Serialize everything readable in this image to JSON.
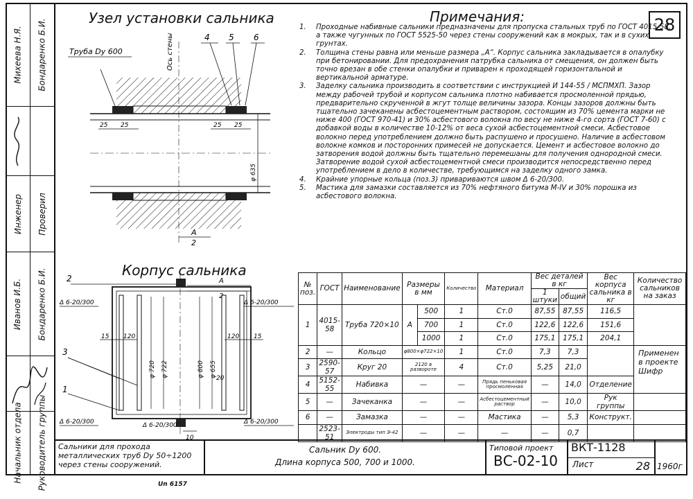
{
  "sheet_number": "28",
  "strip": {
    "names_top": [
      "Михеева Н.Я.",
      "Бондаренко Б.И."
    ],
    "names_mid": [
      "Инженер",
      "Проверил"
    ],
    "names_low": [
      "Иванов И.Б.",
      "Бондаренко Б.И."
    ],
    "names_bottom": [
      "Начальник отдела",
      "Руководитель группы"
    ]
  },
  "top_drawing": {
    "title": "Узел установки сальника",
    "pipe_label": "Труба Dy 600",
    "wall_axis_label": "Ось стены",
    "callouts": [
      "4",
      "5",
      "6"
    ],
    "dims": [
      "25",
      "25",
      "25",
      "25"
    ],
    "diameter": "φ 635",
    "section": [
      "А",
      "2"
    ]
  },
  "bottom_drawing": {
    "title": "Корпус сальника",
    "callouts": [
      "2",
      "3",
      "1"
    ],
    "weld": "Δ 6-20/300",
    "dims": [
      "15",
      "120",
      "120",
      "15",
      "10",
      "20"
    ],
    "diameters": [
      "φ 720",
      "φ 722",
      "φ 800",
      "φ 655"
    ],
    "section": [
      "А",
      "2"
    ]
  },
  "notes": {
    "heading": "Примечания:",
    "items": [
      {
        "n": "1.",
        "text": "Проходные набивные сальники предназначены для пропуска стальных труб по ГОСТ 4015-58, а также чугунных по ГОСТ 5525-50 через стены сооружений как в мокрых, так и в сухих грунтах."
      },
      {
        "n": "2.",
        "text": "Толщина стены равна или меньше размера „А“. Корпус сальника закладывается в опалубку при бетонировании. Для предохранения патрубка сальника от смещения, он должен быть точно врезан в обе стенки опалубки и приварен к проходящей горизонтальной и вертикальной арматуре."
      },
      {
        "n": "3.",
        "text": "Заделку сальника производить в соответствии с инструкцией И 144-55 / МСПМХП. Зазор между рабочей трубой и корпусом сальника плотно набивается просмоленной прядью, предварительно скрученной в жгут толще величины зазора. Концы зазоров должны быть тщательно зачеканены асбестоцементным раствором, состоящим из 70% цемента марки не ниже 400 (ГОСТ 970-41) и 30% асбестового волокна по весу не ниже 4-го сорта (ГОСТ 7-60) с добавкой воды в количестве 10-12% от веса сухой асбестоцементной смеси. Асбестовое волокно перед употреблением должно быть распушено и просушено. Наличие в асбестовом волокне комков и посторонних примесей не допускается. Цемент и асбестовое волокно до затворения водой должны быть тщательно перемешаны для получения однородной смеси. Затворение водой сухой асбестоцементной смеси производится непосредственно перед употреблением в дело в количестве, требующимся на заделку одного замка."
      },
      {
        "n": "4.",
        "text": "Крайние упорные кольца (поз.3) приваривают­ся швом Δ 6-20/300."
      },
      {
        "n": "5.",
        "text": "Мастика для замазки составляется из 70% нефтяного битума М-IV и 30% порошка из асбестового волокна."
      }
    ]
  },
  "spec_table": {
    "headers": [
      "№ поз.",
      "ГОСТ",
      "Наименование",
      "Размеры в мм",
      "Количество",
      "Материал",
      "Вес деталей в кг",
      "1 штуки",
      "общий",
      "Вес корпуса сальника в кг",
      "Количество сальников на заказ"
    ],
    "rows": [
      {
        "pos": "1",
        "gost": "4015-58",
        "name": "Труба 720×10",
        "dim_a": "А",
        "dim": "500",
        "qty": "1",
        "mat": "Ст.0",
        "w1": "87,55",
        "wt": "87,55",
        "body": "116,5"
      },
      {
        "pos": "",
        "gost": "",
        "name": "",
        "dim_a": "",
        "dim": "700",
        "qty": "1",
        "mat": "Ст.0",
        "w1": "122,6",
        "wt": "122,6",
        "body": "151,6"
      },
      {
        "pos": "",
        "gost": "",
        "name": "",
        "dim_a": "",
        "dim": "1000",
        "qty": "1",
        "mat": "Ст.0",
        "w1": "175,1",
        "wt": "175,1",
        "body": "204,1"
      },
      {
        "pos": "2",
        "gost": "—",
        "name": "Кольцо",
        "dim_a": "",
        "dim": "φ800×φ722×10",
        "qty": "1",
        "mat": "Ст.0",
        "w1": "7,3",
        "wt": "7,3",
        "body": ""
      },
      {
        "pos": "3",
        "gost": "2590-57",
        "name": "Круг 20",
        "dim_a": "",
        "dim": "2120 в развороте",
        "qty": "4",
        "mat": "Ст.0",
        "w1": "5,25",
        "wt": "21,0",
        "body": ""
      },
      {
        "pos": "4",
        "gost": "5152-55",
        "name": "Набивка",
        "dim_a": "",
        "dim": "—",
        "qty": "—",
        "mat": "Прядь пеньковая просмоленная",
        "w1": "—",
        "wt": "14,0",
        "body": "Отделение"
      },
      {
        "pos": "5",
        "gost": "—",
        "name": "Зачеканка",
        "dim_a": "",
        "dim": "—",
        "qty": "—",
        "mat": "Асбестоцементный раствор",
        "w1": "—",
        "wt": "10,0",
        "body": "Рук группы"
      },
      {
        "pos": "6",
        "gost": "—",
        "name": "Замазка",
        "dim_a": "",
        "dim": "—",
        "qty": "—",
        "mat": "Мастика",
        "w1": "—",
        "wt": "5,3",
        "body": "Конструкт."
      },
      {
        "pos": "",
        "gost": "2523-51",
        "name": "Электроды тип Э-42",
        "dim_a": "",
        "dim": "—",
        "qty": "—",
        "mat": "—",
        "w1": "—",
        "wt": "0,7",
        "body": ""
      }
    ],
    "applied": "Применен в проекте Шифр"
  },
  "title_block": {
    "desc": "Сальники для прохода металлических труб Dy 50÷1200 через стены сооружений.",
    "name_line1": "Сальник Dy 600.",
    "name_line2": "Длина корпуса 500, 700 и 1000.",
    "project_label": "Типовой проект",
    "project_code": "ВС-02-10",
    "doc_code": "ВКТ-1128",
    "sheet_label": "Лист",
    "sheet_no": "28",
    "year": "1960г"
  },
  "footer_mark": "Un 6157"
}
